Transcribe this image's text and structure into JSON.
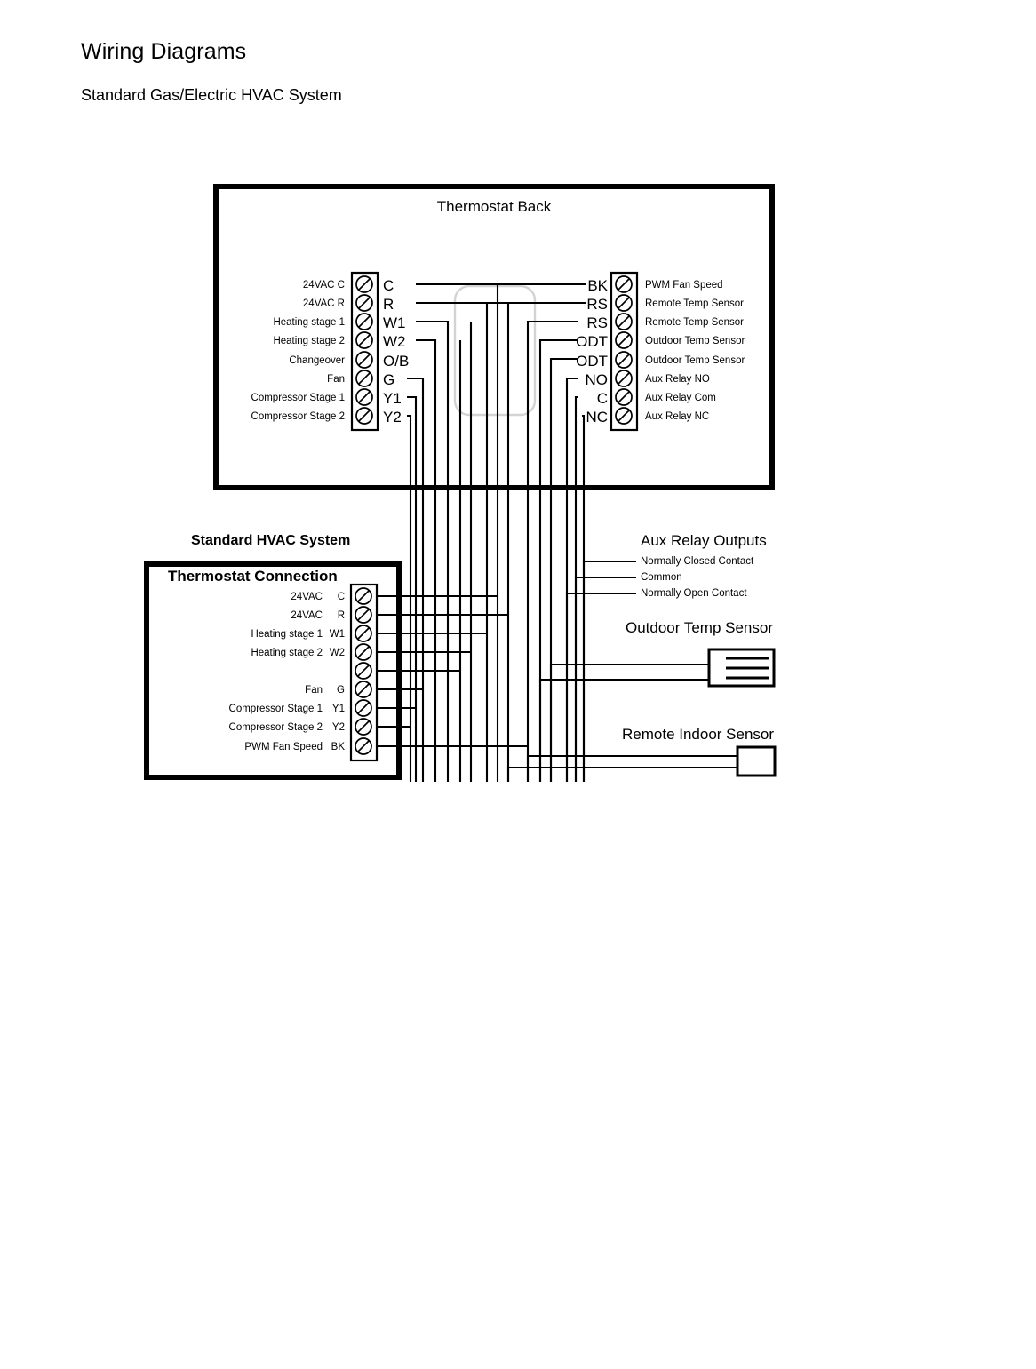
{
  "page": {
    "title": "Wiring Diagrams",
    "subtitle": "Standard Gas/Electric HVAC System"
  },
  "thermostat_back": {
    "label": "Thermostat Back",
    "left_terminals": [
      {
        "description": "24VAC C",
        "code": "C"
      },
      {
        "description": "24VAC R",
        "code": "R"
      },
      {
        "description": "Heating stage 1",
        "code": "W1"
      },
      {
        "description": "Heating stage 2",
        "code": "W2"
      },
      {
        "description": "Changeover",
        "code": "O/B"
      },
      {
        "description": "Fan",
        "code": "G"
      },
      {
        "description": "Compressor Stage 1",
        "code": "Y1"
      },
      {
        "description": "Compressor Stage 2",
        "code": "Y2"
      }
    ],
    "right_terminals": [
      {
        "code": "BK",
        "description": "PWM Fan Speed"
      },
      {
        "code": "RS",
        "description": "Remote Temp Sensor"
      },
      {
        "code": "RS",
        "description": "Remote Temp Sensor"
      },
      {
        "code": "ODT",
        "description": "Outdoor Temp Sensor"
      },
      {
        "code": "ODT",
        "description": "Outdoor Temp Sensor"
      },
      {
        "code": "NO",
        "description": "Aux Relay NO"
      },
      {
        "code": "C",
        "description": "Aux Relay Com"
      },
      {
        "code": "NC",
        "description": "Aux Relay NC"
      }
    ]
  },
  "hvac_system": {
    "heading": "Standard HVAC System",
    "box_title": "Thermostat Connection",
    "terminals": [
      {
        "description": "24VAC",
        "code": "C"
      },
      {
        "description": "24VAC",
        "code": "R"
      },
      {
        "description": "Heating stage 1",
        "code": "W1"
      },
      {
        "description": "Heating stage 2",
        "code": "W2"
      },
      {
        "description": "",
        "code": ""
      },
      {
        "description": "Fan",
        "code": "G"
      },
      {
        "description": "Compressor Stage 1",
        "code": "Y1"
      },
      {
        "description": "Compressor Stage 2",
        "code": "Y2"
      },
      {
        "description": "PWM Fan Speed",
        "code": "BK"
      }
    ]
  },
  "aux_relay": {
    "heading": "Aux Relay Outputs",
    "leads": [
      "Normally Closed Contact",
      "Common",
      "Normally Open Contact"
    ]
  },
  "outdoor_sensor": {
    "heading": "Outdoor Temp Sensor"
  },
  "remote_sensor": {
    "heading": "Remote Indoor Sensor"
  },
  "colors": {
    "line": "#000000",
    "ghost": "#d3d3d3",
    "background": "#ffffff"
  }
}
